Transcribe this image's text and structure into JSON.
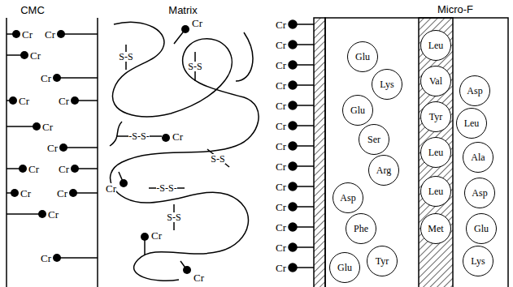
{
  "diagram": {
    "nodes": [
      {
        "text": [
          "Glu"
        ]
      },
      {
        "text": [
          "Lys"
        ]
      },
      {
        "text": [
          "Glu"
        ]
      },
      {
        "text": [
          "Ser"
        ]
      },
      {
        "text": [
          "Arg"
        ]
      },
      {
        "text": [
          "Asp"
        ]
      },
      {
        "text": [
          "Phe"
        ]
      },
      {
        "text": [
          "Tyr"
        ]
      },
      {
        "text": [
          "Glu"
        ]
      },
      {
        "text": [
          "Leu"
        ]
      },
      {
        "text": [
          "Val"
        ]
      },
      {
        "text": [
          "Tyr"
        ]
      },
      {
        "text": [
          "Leu"
        ]
      },
      {
        "text": [
          "Leu"
        ]
      },
      {
        "text": [
          "Met"
        ]
      },
      {
        "text": [
          "Asp"
        ]
      },
      {
        "text": [
          "Leu"
        ]
      },
      {
        "text": [
          "Ala"
        ]
      },
      {
        "text": [
          "Asp"
        ]
      },
      {
        "text": [
          "Glu"
        ]
      },
      {
        "text": [
          "Lys"
        ]
      }
    ],
    "labels": [
      "CMC",
      "Matrix",
      "Micro-F",
      "Cr",
      "Cr",
      "Cr",
      "Cr",
      "Cr",
      "Cr",
      "Cr",
      "Cr",
      "Cr",
      "Cr",
      "Cr",
      "Cr",
      "Cr",
      "Cr",
      "Cr",
      "Cr",
      "Cr",
      "Cr",
      "Cr",
      "S-S",
      "S-S",
      "-S-S-",
      "S-S",
      "-S-S-",
      "S-S",
      "Cr",
      "Cr",
      "Cr",
      "Cr",
      "Cr",
      "Cr",
      "Cr",
      "Cr",
      "Cr",
      "Cr",
      "Cr",
      "Cr",
      "Cr"
    ]
  }
}
